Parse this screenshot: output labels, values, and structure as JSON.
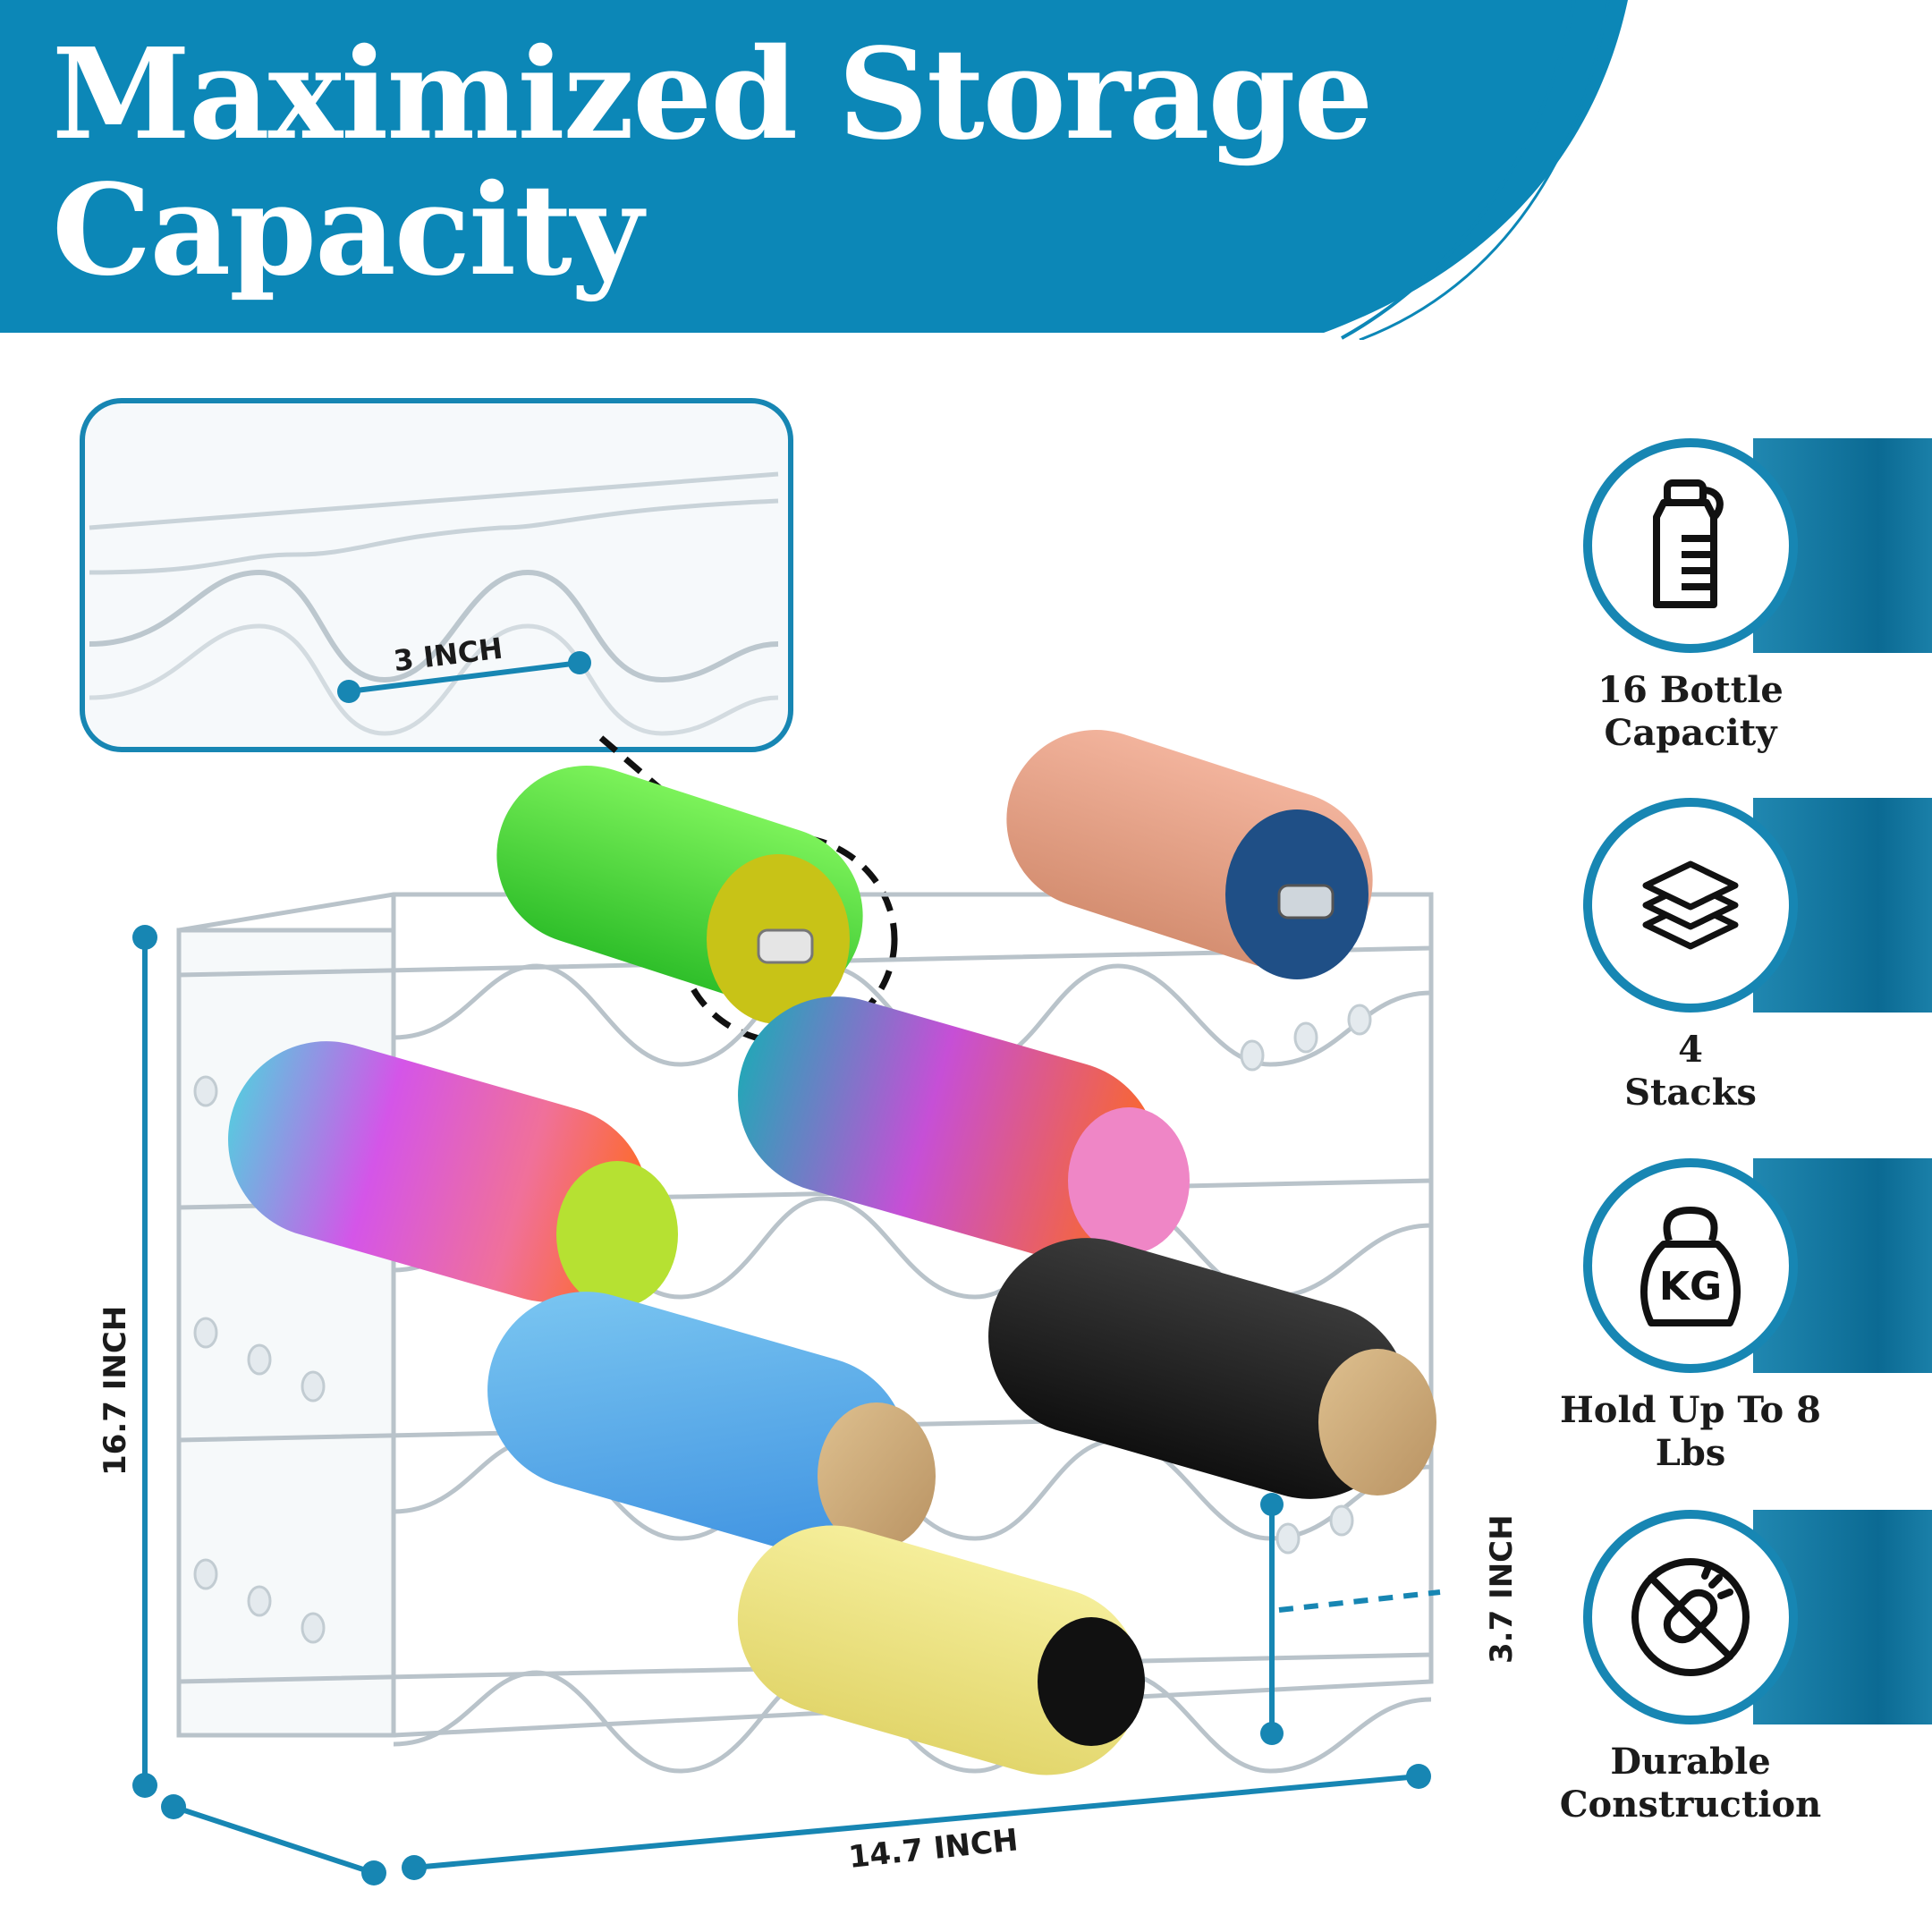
{
  "headline": {
    "line1": "Maximized Storage",
    "line2": "Capacity"
  },
  "colors": {
    "brand_blue": "#0c87b7",
    "dark_blue": "#0b6a93",
    "text": "#1b1b1b"
  },
  "dimensions": {
    "slot_width": "3 INCH",
    "height": "16.7 INCH",
    "width": "14.7 INCH",
    "shelf_gap": "3.7 INCH"
  },
  "features": [
    {
      "icon": "bottle-icon",
      "label_line1": "16 Bottle",
      "label_line2": "Capacity"
    },
    {
      "icon": "layers-icon",
      "label_line1": "4",
      "label_line2": "Stacks"
    },
    {
      "icon": "kettlebell-icon",
      "label_line1": "Hold Up To 8",
      "label_line2": "Lbs"
    },
    {
      "icon": "durable-icon",
      "label_line1": "Durable",
      "label_line2": "Construction"
    }
  ],
  "kettlebell_text": "KG"
}
